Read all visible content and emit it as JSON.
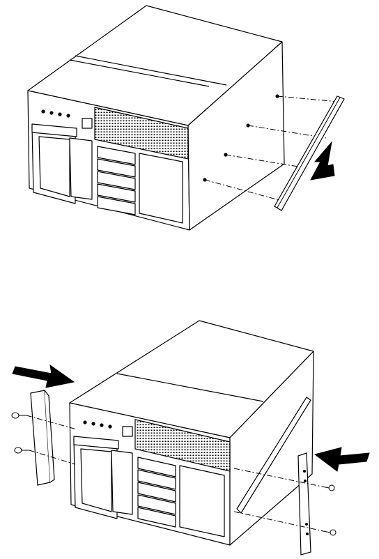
{
  "figures": [
    {
      "step": "attach-rail",
      "arrows": [
        "arrow-up-left-into-rail"
      ],
      "parts": [
        "server-chassis",
        "mounting-rail",
        "rail-screws"
      ]
    },
    {
      "step": "slide-in-and-attach-brackets",
      "arrows": [
        "arrow-right-from-front",
        "arrow-left-into-side"
      ],
      "parts": [
        "server-chassis",
        "front-bracket",
        "rear-bracket",
        "bracket-screws"
      ]
    }
  ],
  "colors": {
    "line": "#000000",
    "fill": "#ffffff",
    "arrow": "#000000"
  }
}
